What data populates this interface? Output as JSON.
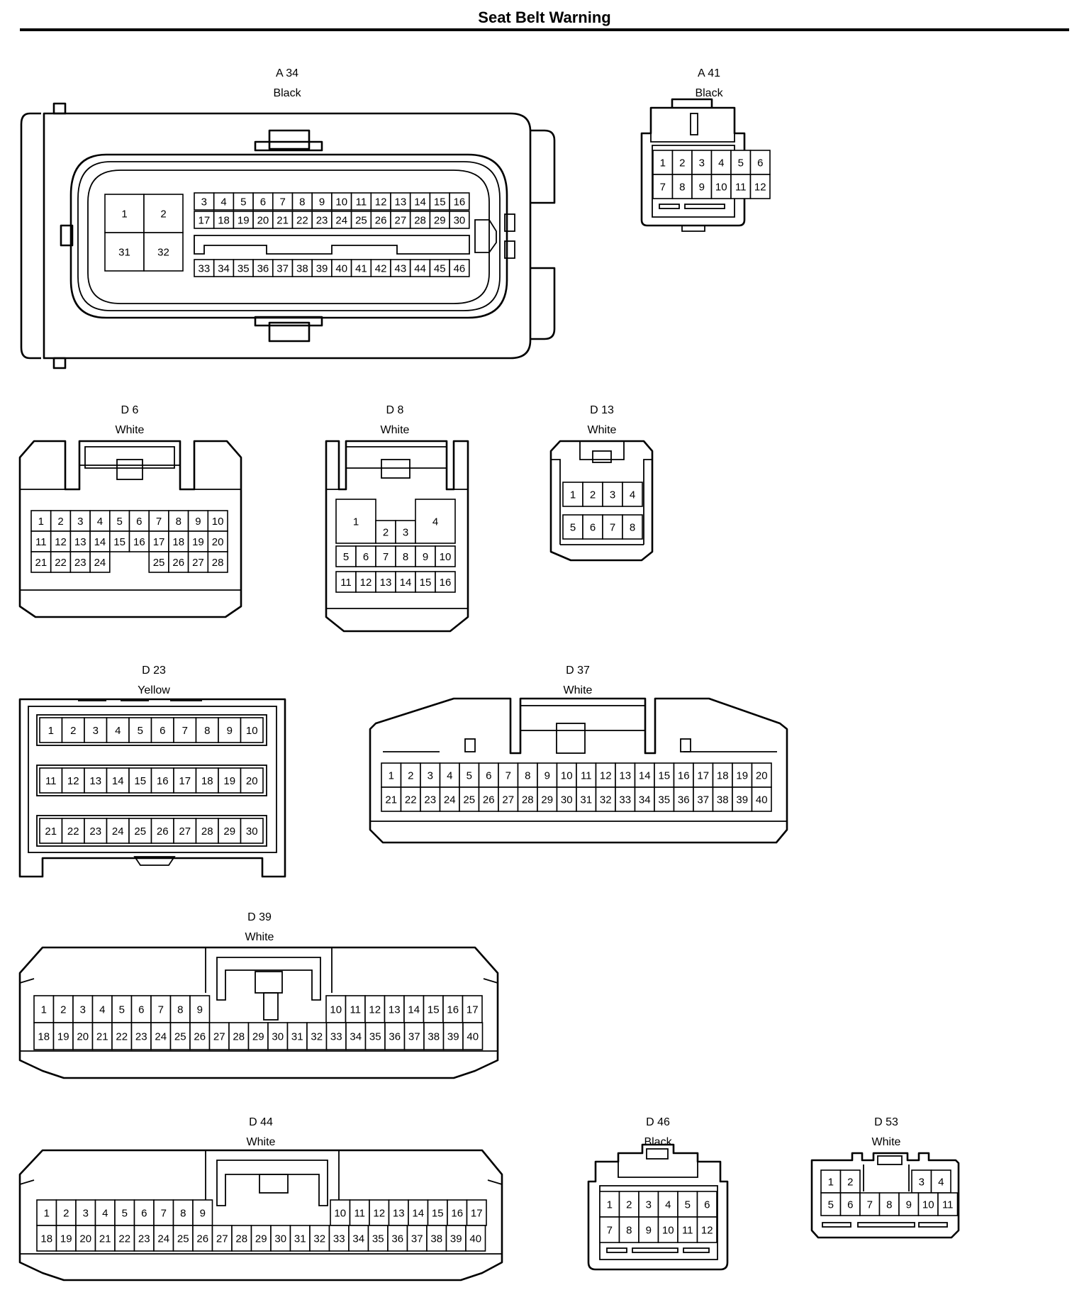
{
  "title": "Seat Belt Warning",
  "connectors": [
    {
      "id": "A 34",
      "color": "Black",
      "pins": [
        "1",
        "2",
        "31",
        "32",
        "3",
        "4",
        "5",
        "6",
        "7",
        "8",
        "9",
        "10",
        "11",
        "12",
        "13",
        "14",
        "15",
        "16",
        "17",
        "18",
        "19",
        "20",
        "21",
        "22",
        "23",
        "24",
        "25",
        "26",
        "27",
        "28",
        "29",
        "30",
        "33",
        "34",
        "35",
        "36",
        "37",
        "38",
        "39",
        "40",
        "41",
        "42",
        "43",
        "44",
        "45",
        "46"
      ]
    },
    {
      "id": "A 41",
      "color": "Black",
      "pins": [
        "1",
        "2",
        "3",
        "4",
        "5",
        "6",
        "7",
        "8",
        "9",
        "10",
        "11",
        "12"
      ]
    },
    {
      "id": "D 6",
      "color": "White",
      "pins": [
        "1",
        "2",
        "3",
        "4",
        "5",
        "6",
        "7",
        "8",
        "9",
        "10",
        "11",
        "12",
        "13",
        "14",
        "15",
        "16",
        "17",
        "18",
        "19",
        "20",
        "21",
        "22",
        "23",
        "24",
        "25",
        "26",
        "27",
        "28"
      ]
    },
    {
      "id": "D 8",
      "color": "White",
      "pins": [
        "1",
        "2",
        "3",
        "4",
        "5",
        "6",
        "7",
        "8",
        "9",
        "10",
        "11",
        "12",
        "13",
        "14",
        "15",
        "16"
      ]
    },
    {
      "id": "D 13",
      "color": "White",
      "pins": [
        "1",
        "2",
        "3",
        "4",
        "5",
        "6",
        "7",
        "8"
      ]
    },
    {
      "id": "D 23",
      "color": "Yellow",
      "pins": [
        "1",
        "2",
        "3",
        "4",
        "5",
        "6",
        "7",
        "8",
        "9",
        "10",
        "11",
        "12",
        "13",
        "14",
        "15",
        "16",
        "17",
        "18",
        "19",
        "20",
        "21",
        "22",
        "23",
        "24",
        "25",
        "26",
        "27",
        "28",
        "29",
        "30"
      ]
    },
    {
      "id": "D 37",
      "color": "White",
      "pins": [
        "1",
        "2",
        "3",
        "4",
        "5",
        "6",
        "7",
        "8",
        "9",
        "10",
        "11",
        "12",
        "13",
        "14",
        "15",
        "16",
        "17",
        "18",
        "19",
        "20",
        "21",
        "22",
        "23",
        "24",
        "25",
        "26",
        "27",
        "28",
        "29",
        "30",
        "31",
        "32",
        "33",
        "34",
        "35",
        "36",
        "37",
        "38",
        "39",
        "40"
      ]
    },
    {
      "id": "D 39",
      "color": "White",
      "pins": [
        "1",
        "2",
        "3",
        "4",
        "5",
        "6",
        "7",
        "8",
        "9",
        "10",
        "11",
        "12",
        "13",
        "14",
        "15",
        "16",
        "17",
        "18",
        "19",
        "20",
        "21",
        "22",
        "23",
        "24",
        "25",
        "26",
        "27",
        "28",
        "29",
        "30",
        "31",
        "32",
        "33",
        "34",
        "35",
        "36",
        "37",
        "38",
        "39",
        "40"
      ]
    },
    {
      "id": "D 44",
      "color": "White",
      "pins": [
        "1",
        "2",
        "3",
        "4",
        "5",
        "6",
        "7",
        "8",
        "9",
        "10",
        "11",
        "12",
        "13",
        "14",
        "15",
        "16",
        "17",
        "18",
        "19",
        "20",
        "21",
        "22",
        "23",
        "24",
        "25",
        "26",
        "27",
        "28",
        "29",
        "30",
        "31",
        "32",
        "33",
        "34",
        "35",
        "36",
        "37",
        "38",
        "39",
        "40"
      ]
    },
    {
      "id": "D 46",
      "color": "Black",
      "pins": [
        "1",
        "2",
        "3",
        "4",
        "5",
        "6",
        "7",
        "8",
        "9",
        "10",
        "11",
        "12"
      ]
    },
    {
      "id": "D 53",
      "color": "White",
      "pins": [
        "1",
        "2",
        "3",
        "4",
        "5",
        "6",
        "7",
        "8",
        "9",
        "10",
        "11"
      ]
    }
  ]
}
